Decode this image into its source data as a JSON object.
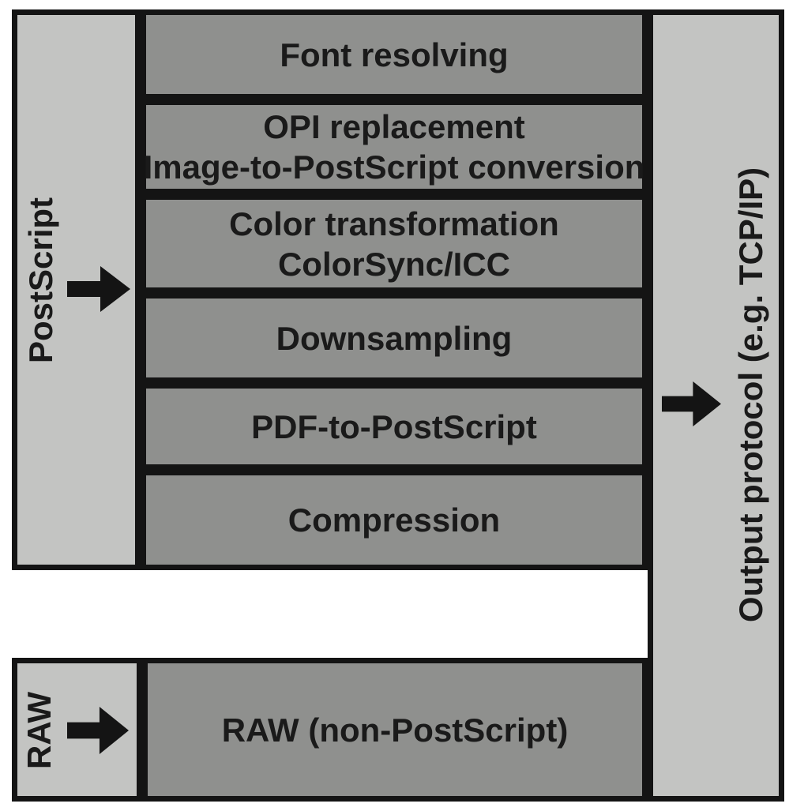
{
  "colors": {
    "page_bg": "#ffffff",
    "lane_bg": "#c3c4c2",
    "stage_bg": "#8f908e",
    "line": "#141414",
    "text": "#1a1a1a"
  },
  "lanes": {
    "postscript": {
      "label": "PostScript"
    },
    "output": {
      "label": "Output protocol (e.g. TCP/IP)"
    },
    "raw": {
      "label": "RAW"
    }
  },
  "stages": [
    {
      "lines": [
        "Font resolving"
      ]
    },
    {
      "lines": [
        "OPI replacement",
        "Image-to-PostScript conversion"
      ]
    },
    {
      "lines": [
        "Color transformation",
        "ColorSync/ICC"
      ]
    },
    {
      "lines": [
        "Downsampling"
      ]
    },
    {
      "lines": [
        "PDF-to-PostScript"
      ]
    },
    {
      "lines": [
        "Compression"
      ]
    }
  ],
  "raw_stage": {
    "label": "RAW (non-PostScript)"
  },
  "icons": {
    "postscript_arrow": "right-arrow",
    "output_arrow": "right-arrow",
    "raw_arrow": "right-arrow"
  }
}
